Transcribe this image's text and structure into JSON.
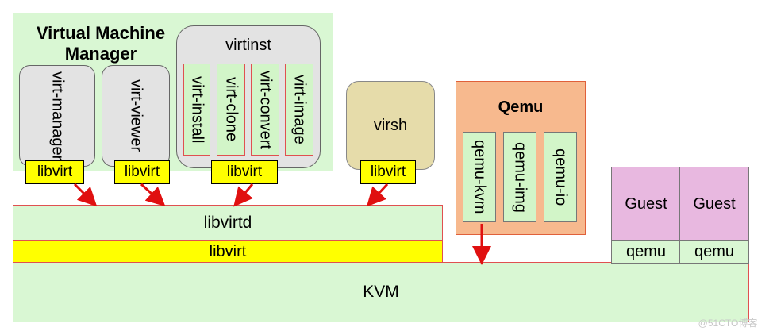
{
  "colors": {
    "light_green": "#d9f7d3",
    "orange_fill": "#f7b98e",
    "orange_border": "#e0603a",
    "pink_fill": "#e8b8e0",
    "tan_fill": "#e6dcaa",
    "gray_fill": "#e3e3e3",
    "yellow": "#ffff00",
    "arrow_red": "#e01010",
    "green_box": "#d2f5c8",
    "red_border": "#e05050"
  },
  "vmm": {
    "title": "Virtual Machine Manager",
    "tools": [
      "virt-manager",
      "virt-viewer"
    ]
  },
  "virtinst": {
    "title": "virtinst",
    "tools": [
      "virt-install",
      "virt-clone",
      "virt-convert",
      "virt-image"
    ]
  },
  "virsh": {
    "title": "virsh"
  },
  "qemu_group": {
    "title": "Qemu",
    "tools": [
      "qemu-kvm",
      "qemu-img",
      "qemu-io"
    ]
  },
  "libvirt_tag": "libvirt",
  "libvirtd": {
    "label": "libvirtd",
    "library": "libvirt"
  },
  "kvm": {
    "label": "KVM"
  },
  "guests": [
    {
      "label": "Guest",
      "sub": "qemu"
    },
    {
      "label": "Guest",
      "sub": "qemu"
    }
  ],
  "watermark": "@51CTO博客"
}
